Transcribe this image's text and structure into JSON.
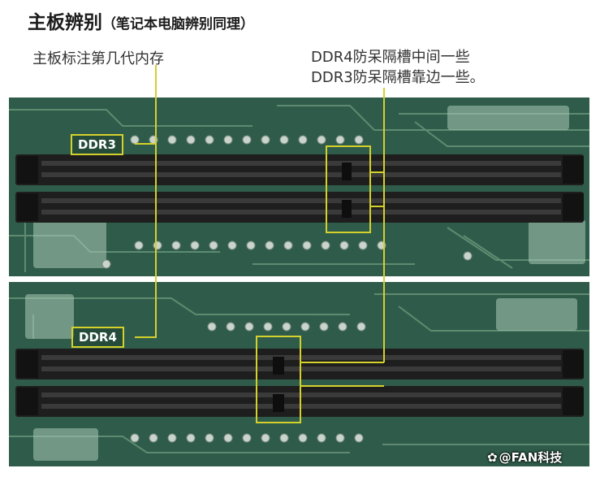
{
  "title": "主板辨别",
  "subtitle": "（笔记本电脑辨别同理）",
  "label_left": "主板标注第几代内存",
  "label_right_line1": "DDR4防呆隔槽中间一些",
  "label_right_line2": "DDR3防呆隔槽靠边一些。",
  "tag_top": "DDR3",
  "tag_bottom": "DDR4",
  "watermark": "@FAN科技",
  "colors": {
    "pcb": "#2f5c4a",
    "trace": "#6f9a7e",
    "slot": "#1e1e1e",
    "highlight": "#d4d02c",
    "label_text": "#333333"
  }
}
